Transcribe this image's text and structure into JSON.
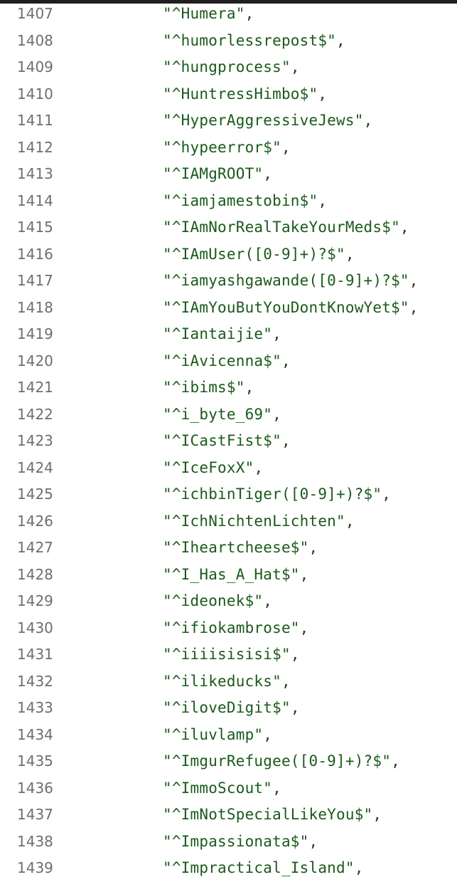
{
  "colors": {
    "background": "#ffffff",
    "line_number": "#6e6e6e",
    "string_literal": "#1a5a1a",
    "punctuation": "#333333"
  },
  "code_lines": [
    {
      "number": "1407",
      "string": "\"^Humera\"",
      "suffix": ","
    },
    {
      "number": "1408",
      "string": "\"^humorlessrepost$\"",
      "suffix": ","
    },
    {
      "number": "1409",
      "string": "\"^hungprocess\"",
      "suffix": ","
    },
    {
      "number": "1410",
      "string": "\"^HuntressHimbo$\"",
      "suffix": ","
    },
    {
      "number": "1411",
      "string": "\"^HyperAggressiveJews\"",
      "suffix": ","
    },
    {
      "number": "1412",
      "string": "\"^hypeerror$\"",
      "suffix": ","
    },
    {
      "number": "1413",
      "string": "\"^IAMgROOT\"",
      "suffix": ","
    },
    {
      "number": "1414",
      "string": "\"^iamjamestobin$\"",
      "suffix": ","
    },
    {
      "number": "1415",
      "string": "\"^IAmNorRealTakeYourMeds$\"",
      "suffix": ","
    },
    {
      "number": "1416",
      "string": "\"^IAmUser([0-9]+)?$\"",
      "suffix": ","
    },
    {
      "number": "1417",
      "string": "\"^iamyashgawande([0-9]+)?$\"",
      "suffix": ","
    },
    {
      "number": "1418",
      "string": "\"^IAmYouButYouDontKnowYet$\"",
      "suffix": ","
    },
    {
      "number": "1419",
      "string": "\"^Iantaijie\"",
      "suffix": ","
    },
    {
      "number": "1420",
      "string": "\"^iAvicenna$\"",
      "suffix": ","
    },
    {
      "number": "1421",
      "string": "\"^ibims$\"",
      "suffix": ","
    },
    {
      "number": "1422",
      "string": "\"^i_byte_69\"",
      "suffix": ","
    },
    {
      "number": "1423",
      "string": "\"^ICastFist$\"",
      "suffix": ","
    },
    {
      "number": "1424",
      "string": "\"^IceFoxX\"",
      "suffix": ","
    },
    {
      "number": "1425",
      "string": "\"^ichbinTiger([0-9]+)?$\"",
      "suffix": ","
    },
    {
      "number": "1426",
      "string": "\"^IchNichtenLichten\"",
      "suffix": ","
    },
    {
      "number": "1427",
      "string": "\"^Iheartcheese$\"",
      "suffix": ","
    },
    {
      "number": "1428",
      "string": "\"^I_Has_A_Hat$\"",
      "suffix": ","
    },
    {
      "number": "1429",
      "string": "\"^ideonek$\"",
      "suffix": ","
    },
    {
      "number": "1430",
      "string": "\"^ifiokambrose\"",
      "suffix": ","
    },
    {
      "number": "1431",
      "string": "\"^iiiisisisi$\"",
      "suffix": ","
    },
    {
      "number": "1432",
      "string": "\"^ilikeducks\"",
      "suffix": ","
    },
    {
      "number": "1433",
      "string": "\"^iloveDigit$\"",
      "suffix": ","
    },
    {
      "number": "1434",
      "string": "\"^iluvlamp\"",
      "suffix": ","
    },
    {
      "number": "1435",
      "string": "\"^ImgurRefugee([0-9]+)?$\"",
      "suffix": ","
    },
    {
      "number": "1436",
      "string": "\"^ImmoScout\"",
      "suffix": ","
    },
    {
      "number": "1437",
      "string": "\"^ImNotSpecialLikeYou$\"",
      "suffix": ","
    },
    {
      "number": "1438",
      "string": "\"^Impassionata$\"",
      "suffix": ","
    },
    {
      "number": "1439",
      "string": "\"^Impractical_Island\"",
      "suffix": ","
    }
  ]
}
